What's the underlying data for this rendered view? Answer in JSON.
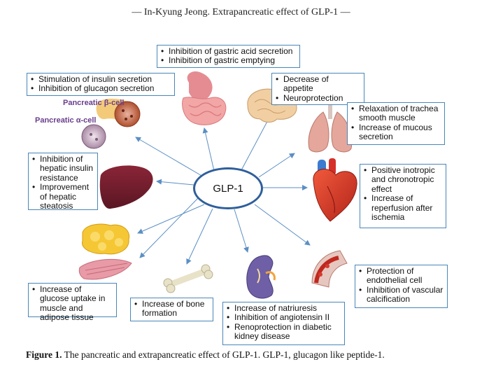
{
  "header": "— In-Kyung Jeong. Extrapancreatic effect of GLP-1 —",
  "hub": "GLP-1",
  "labels": {
    "beta_cell": "Pancreatic β-cell",
    "alpha_cell": "Pancreatic α-cell"
  },
  "boxes": {
    "gastric": [
      "Inhibition of gastric acid secretion",
      "Inhibition of gastric emptying"
    ],
    "pancreas": [
      "Stimulation of insulin secretion",
      "Inhibition of glucagon secretion"
    ],
    "brain": [
      "Decrease of appetite",
      "Neuroprotection"
    ],
    "lung": [
      "Relaxation of trachea smooth muscle",
      "Increase of mucous secretion"
    ],
    "liver": [
      "Inhibition of hepatic insulin resistance",
      "Improvement of hepatic steatosis"
    ],
    "heart": [
      "Positive inotropic and chronotropic effect",
      "Increase of reperfusion after ischemia"
    ],
    "muscle": [
      "Increase of glucose uptake in muscle and adipose tissue"
    ],
    "bone": [
      "Increase of bone formation"
    ],
    "kidney": [
      "Increase of natriuresis",
      "Inhibition of angiotensin II",
      "Renoprotection in diabetic kidney disease"
    ],
    "vessel": [
      "Protection of endothelial cell",
      "Inhibition of vascular calcification"
    ]
  },
  "caption": {
    "label": "Figure 1.",
    "text": " The pancreatic and extrapancreatic effect of GLP-1. GLP-1, glucagon like peptide-1."
  },
  "colors": {
    "box_border": "#4a86b8",
    "arrow": "#5b8fc4",
    "hub_border": "#2f5f9a"
  }
}
